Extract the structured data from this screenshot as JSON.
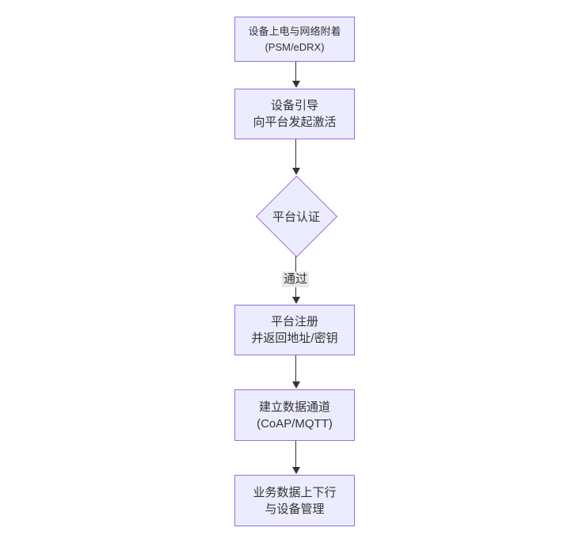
{
  "diagram": {
    "type": "flowchart-top-down",
    "colors": {
      "node_fill": "#ECECFF",
      "node_border": "#9370DB",
      "arrow": "#333333",
      "text": "#333333",
      "edge_label_bg": "#e8e8e8",
      "background": "#ffffff"
    },
    "nodes": [
      {
        "id": "power-attach",
        "shape": "rect",
        "line1": "设备上电与网络附着",
        "line2": "(PSM/eDRX)"
      },
      {
        "id": "bootstrap",
        "shape": "rect",
        "line1": "设备引导",
        "line2": "向平台发起激活"
      },
      {
        "id": "platform-auth",
        "shape": "diamond",
        "line1": "平台认证",
        "line2": ""
      },
      {
        "id": "platform-register",
        "shape": "rect",
        "line1": "平台注册",
        "line2": "并返回地址/密钥"
      },
      {
        "id": "data-channel",
        "shape": "rect",
        "line1": "建立数据通道",
        "line2": "(CoAP/MQTT)"
      },
      {
        "id": "business-data",
        "shape": "rect",
        "line1": "业务数据上下行",
        "line2": "与设备管理"
      }
    ],
    "edges": [
      {
        "from": "power-attach",
        "to": "bootstrap",
        "label": ""
      },
      {
        "from": "bootstrap",
        "to": "platform-auth",
        "label": ""
      },
      {
        "from": "platform-auth",
        "to": "platform-register",
        "label": "通过"
      },
      {
        "from": "platform-register",
        "to": "data-channel",
        "label": ""
      },
      {
        "from": "data-channel",
        "to": "business-data",
        "label": ""
      }
    ],
    "edge_label_pass": "通过"
  }
}
